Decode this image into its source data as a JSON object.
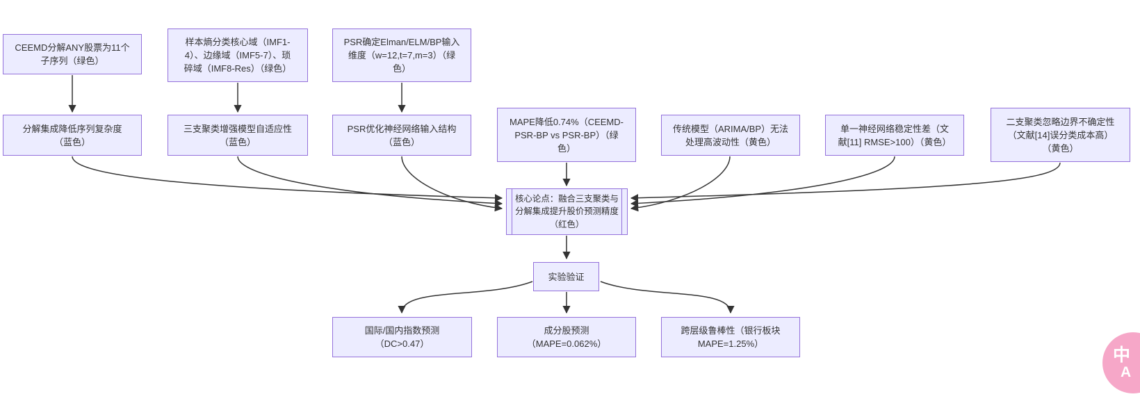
{
  "colors": {
    "node_fill": "#ECECFF",
    "node_border": "#9370DB",
    "edge_color": "#333333",
    "text_color": "#333333",
    "translate_btn": "#F6A7C8"
  },
  "nodes": {
    "t1": "CEEMD分解ANY股票为11个\n子序列（绿色）",
    "t2": "样本熵分类核心域（IMF1-\n4）、边缘域（IMF5-7）、琐\n碎域（IMF8-Res）（绿色）",
    "t3": "PSR确定Elman/ELM/BP输入\n维度（w=12,t=7,m=3）（绿\n色）",
    "m1": "分解集成降低序列复杂度\n（蓝色）",
    "m2": "三支聚类增强模型自适应性\n（蓝色）",
    "m3": "PSR优化神经网络输入结构\n（蓝色）",
    "m4": "MAPE降低0.74%（CEEMD-\nPSR-BP vs PSR-BP）（绿\n色）",
    "m5": "传统模型（ARIMA/BP）无法\n处理高波动性（黄色）",
    "m6": "单一神经网络稳定性差（文\n献[11] RMSE>100）（黄色）",
    "m7": "二支聚类忽略边界不确定性\n（文献[14]误分类成本高）\n（黄色）",
    "core": "核心论点：融合三支聚类与\n分解集成提升股价预测精度\n（红色）",
    "exp": "实验验证",
    "b1": "国际/国内指数预测\n（DC>0.47）",
    "b2": "成分股预测\n（MAPE=0.062%）",
    "b3": "跨层级鲁棒性（银行板块\nMAPE=1.25%）"
  },
  "translate_button": {
    "zh": "中",
    "en": "A"
  }
}
